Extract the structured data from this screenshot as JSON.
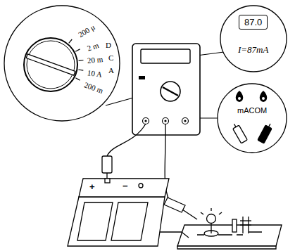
{
  "diagram": {
    "nodes": [
      {
        "text": [
          "200 μ",
          "2 m",
          "D",
          "20 m",
          "C",
          "10 A",
          "A",
          "200 m"
        ]
      },
      {
        "text": [
          "I=87mA"
        ]
      },
      {
        "text": [
          "87.0"
        ],
        "in": 1
      },
      {
        "text": [
          "mACOM"
        ]
      }
    ],
    "labels": [
      "+",
      "−"
    ]
  }
}
